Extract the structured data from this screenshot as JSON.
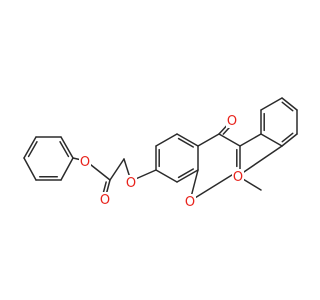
{
  "molecule": {
    "atoms": [
      {
        "id": "O_carbonyl_chromone",
        "symbol": "O",
        "color": "#e8221b"
      },
      {
        "id": "O_methoxy",
        "symbol": "O",
        "color": "#e8221b"
      },
      {
        "id": "O_ring",
        "symbol": "O",
        "color": "#e8221b"
      },
      {
        "id": "O_ether",
        "symbol": "O",
        "color": "#e8221b"
      },
      {
        "id": "O_ester_carbonyl",
        "symbol": "O",
        "color": "#e8221b"
      },
      {
        "id": "O_ester",
        "symbol": "O",
        "color": "#e8221b"
      }
    ],
    "bond_color": "#2b2b2b"
  }
}
